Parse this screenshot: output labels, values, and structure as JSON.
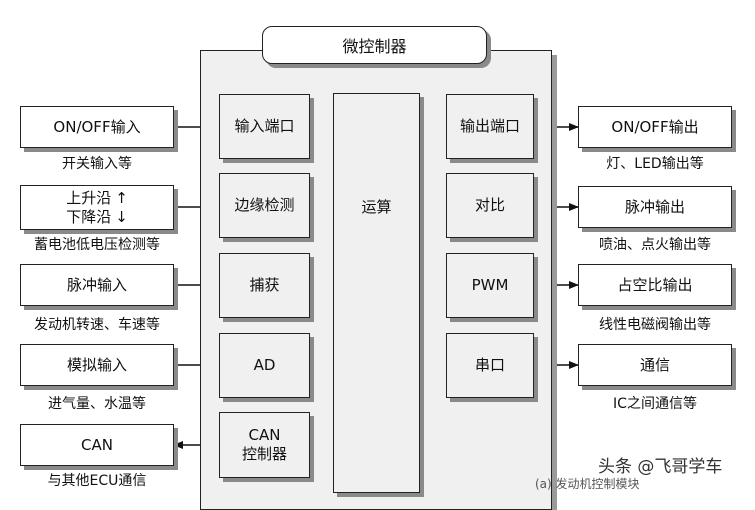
{
  "title": "微控制器",
  "inputs": [
    {
      "label": "ON/OFF输入",
      "caption": "开关输入等"
    },
    {
      "label_up": "上升沿",
      "label_down": "下降沿",
      "up_arrow": "↑",
      "down_arrow": "↓",
      "caption": "蓄电池低电压检测等"
    },
    {
      "label": "脉冲输入",
      "caption": "发动机转速、车速等"
    },
    {
      "label": "模拟输入",
      "caption": "进气量、水温等"
    },
    {
      "label": "CAN",
      "caption": "与其他ECU通信"
    }
  ],
  "in_modules": [
    "输入端口",
    "边缘检测",
    "捕获",
    "AD",
    "CAN\n控制器"
  ],
  "center": "运算",
  "out_modules": [
    "输出端口",
    "对比",
    "PWM",
    "串口"
  ],
  "outputs": [
    {
      "label": "ON/OFF输出",
      "caption": "灯、LED输出等"
    },
    {
      "label": "脉冲输出",
      "caption": "喷油、点火输出等"
    },
    {
      "label": "占空比输出",
      "caption": "线性电磁阀输出等"
    },
    {
      "label": "通信",
      "caption": "IC之间通信等"
    }
  ],
  "watermark": "头条 @飞哥学车",
  "watermark_tail": "(a) 发动机控制模块"
}
